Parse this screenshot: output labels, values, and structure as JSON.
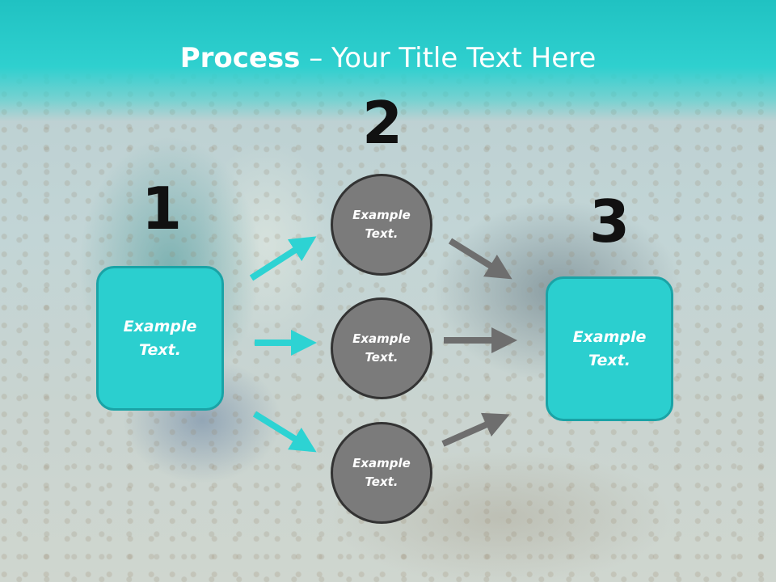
{
  "title": {
    "bold": "Process",
    "rest": " – Your Title Text Here"
  },
  "steps": {
    "one": {
      "number": "1",
      "text": "Example\nText."
    },
    "two": {
      "number": "2"
    },
    "three": {
      "number": "3",
      "text": "Example\nText."
    }
  },
  "circles": [
    {
      "text": "Example\nText."
    },
    {
      "text": "Example\nText."
    },
    {
      "text": "Example\nText."
    }
  ],
  "colors": {
    "accent": "#2bcfcf",
    "header": "#20c2c2",
    "circle_fill": "#7b7b7b",
    "arrow_teal": "#2dd3d3",
    "arrow_gray": "#6e6e6e"
  }
}
